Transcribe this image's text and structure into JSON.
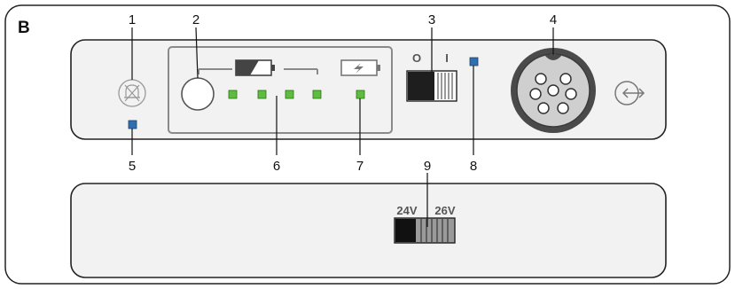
{
  "figure": {
    "panel_label": "B",
    "callouts": [
      "1",
      "2",
      "3",
      "4",
      "5",
      "6",
      "7",
      "8",
      "9"
    ]
  },
  "top_panel": {
    "power_switch": {
      "off_label": "O",
      "on_label": "I"
    },
    "battery_level_leds": 4,
    "colors": {
      "led_green": "#5cbd3e",
      "led_blue": "#2f6fb0",
      "panel_bg": "#f2f2f2",
      "outline": "#222222"
    }
  },
  "bottom_panel": {
    "voltage_switch": {
      "left_label": "24V",
      "right_label": "26V"
    }
  },
  "icons": [
    "alarm-mute-icon",
    "battery-empty-icon",
    "battery-charging-icon",
    "connector-socket-icon",
    "port-arrow-icon",
    "round-button"
  ]
}
